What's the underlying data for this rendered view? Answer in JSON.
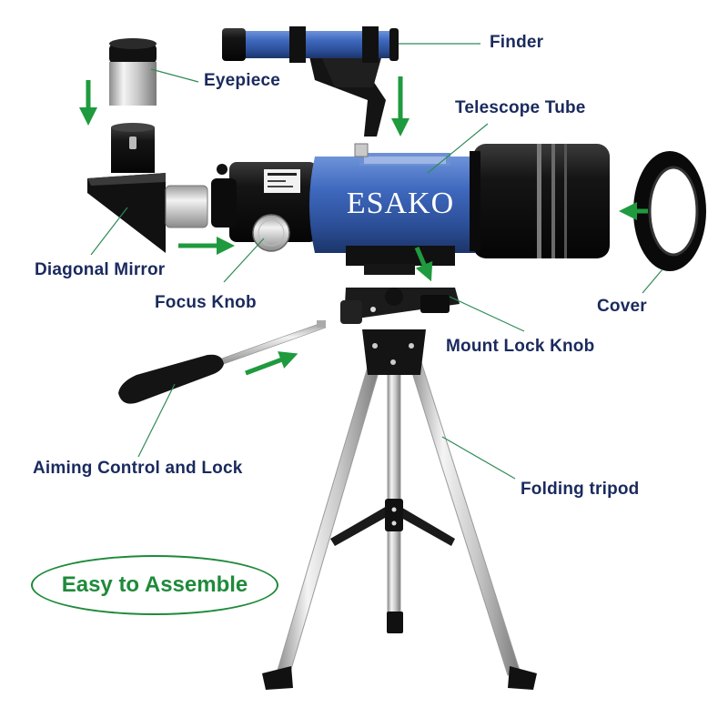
{
  "labels": {
    "finder": "Finder",
    "eyepiece": "Eyepiece",
    "telescope_tube": "Telescope Tube",
    "diagonal_mirror": "Diagonal Mirror",
    "focus_knob": "Focus Knob",
    "cover": "Cover",
    "mount_lock_knob": "Mount Lock Knob",
    "aiming_control": "Aiming Control and Lock",
    "folding_tripod": "Folding tripod"
  },
  "brand": "ESAKO",
  "badge": "Easy to Assemble",
  "colors": {
    "label_text": "#1a2a5e",
    "leader_line": "#2e8b57",
    "arrow": "#1f9a3e",
    "tube_blue": "#3a63b8",
    "badge_green": "#1f8a3a"
  }
}
